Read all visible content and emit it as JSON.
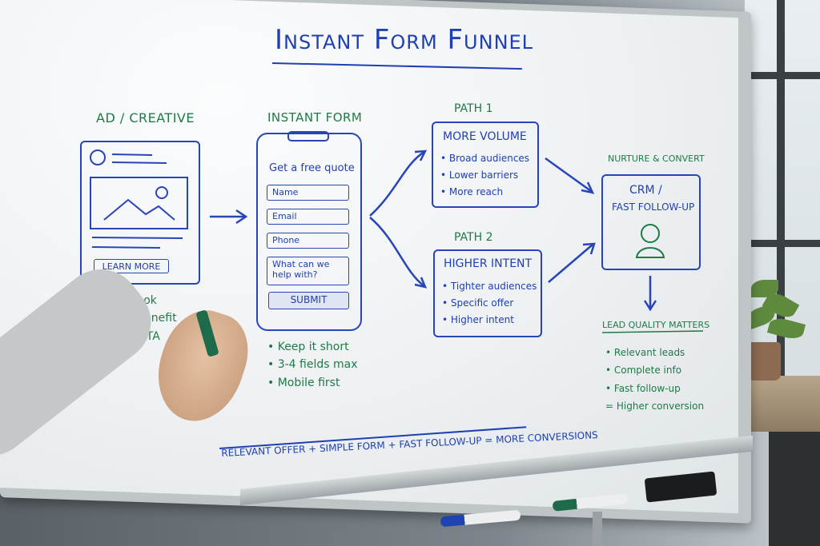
{
  "board": {
    "title": "Instant Form Funnel",
    "ad": {
      "heading": "AD / CREATIVE",
      "button": "LEARN MORE",
      "bullets": [
        "• Clear hook",
        "• Strong benefit",
        "• Simple CTA"
      ]
    },
    "form": {
      "heading": "INSTANT FORM",
      "prompt": "Get a free quote",
      "fields": [
        "Name",
        "Email",
        "Phone"
      ],
      "textarea": "What can we help with?",
      "submit": "SUBMIT",
      "bullets": [
        "• Keep it short",
        "• 3-4 fields max",
        "• Mobile first"
      ]
    },
    "path1": {
      "label": "PATH 1",
      "heading": "MORE VOLUME",
      "bullets": [
        "• Broad audiences",
        "• Lower barriers",
        "• More reach"
      ]
    },
    "path2": {
      "label": "PATH 2",
      "heading": "HIGHER INTENT",
      "bullets": [
        "• Tighter audiences",
        "• Specific offer",
        "• Higher intent"
      ]
    },
    "nurture": {
      "label": "NURTURE & CONVERT",
      "crm_line1": "CRM /",
      "crm_line2": "FAST FOLLOW-UP"
    },
    "lead": {
      "heading": "LEAD QUALITY MATTERS",
      "bullets": [
        "• Relevant leads",
        "• Complete info",
        "• Fast follow-up",
        "= Higher conversion"
      ]
    },
    "equation": "RELEVANT OFFER + SIMPLE FORM + FAST FOLLOW-UP = MORE CONVERSIONS"
  },
  "colors": {
    "ink_blue": "#1f3fb3",
    "ink_green": "#1f7a45",
    "board": "#f3f5f6"
  },
  "icons": [
    "image-placeholder-icon",
    "user-avatar-icon"
  ]
}
